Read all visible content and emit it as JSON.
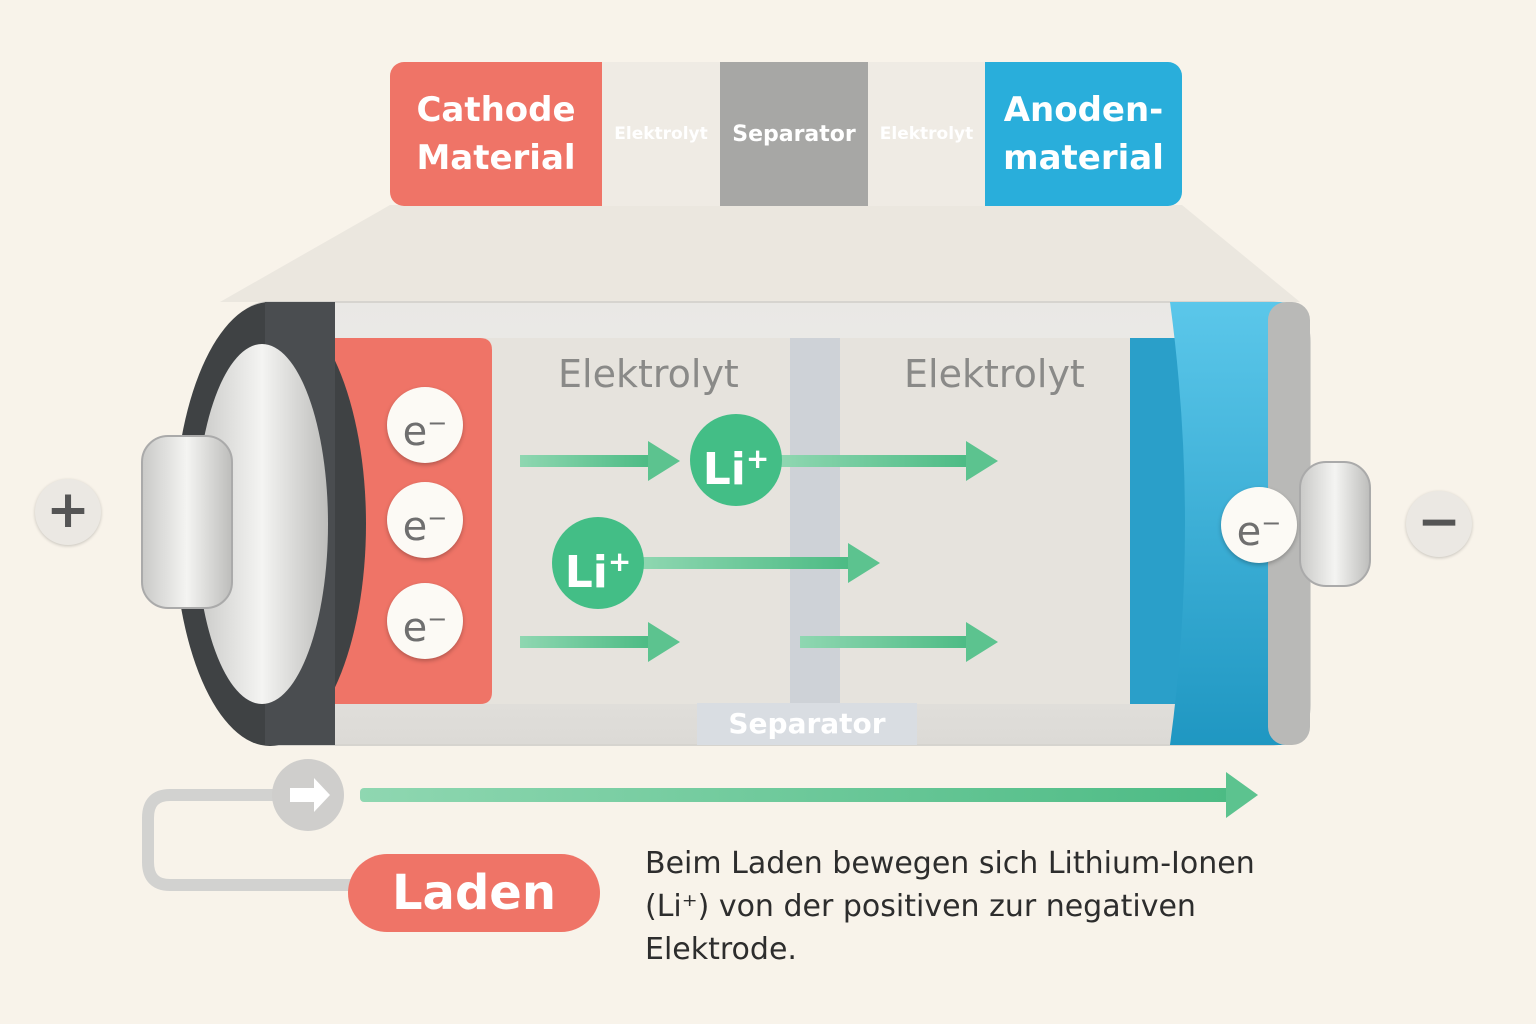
{
  "legend": {
    "cathode_line1": "Cathode",
    "cathode_line2": "Material",
    "electrolyte_left": "Elektrolyt",
    "separator": "Separator",
    "electrolyte_right": "Elektrolyt",
    "anode_line1": "Anoden-",
    "anode_line2": "material"
  },
  "battery": {
    "electrolyte_left": "Elektrolyt",
    "electrolyte_right": "Elektrolyt",
    "separator_label": "Separator",
    "electron_symbol": "e",
    "electron_charge": "−",
    "ion_symbol": "Li",
    "ion_charge": "+",
    "positive_sign": "+",
    "negative_sign": "−"
  },
  "process": {
    "label": "Laden",
    "caption_line1": "Beim Laden bewegen sich Lithium-Ionen",
    "caption_line2": "(Li⁺) von der positiven zur negativen",
    "caption_line3": "Elektrode."
  },
  "colors": {
    "cathode": "#ef7467",
    "anode": "#29aedb",
    "separator": "#a7a7a5",
    "ion": "#43be86",
    "arrow": "#5cc38f",
    "background": "#f8f3ea"
  }
}
